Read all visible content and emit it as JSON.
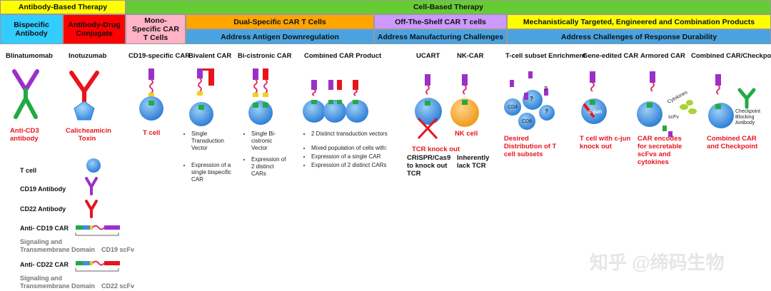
{
  "header": {
    "antibody_therapy": "Antibody-Based Therapy",
    "cell_therapy": "Cell-Based Therapy",
    "bispecific": "Bispecific Antibody",
    "adc": "Antibody-Drug Conjugate",
    "mono_car": "Mono-Specific CAR T Cells",
    "dual_car": "Dual-Specific CAR T Cells",
    "dual_sub": "Address Antigen Downregulation",
    "offshelf": "Off-The-Shelf CAR T cells",
    "offshelf_sub": "Address Manufacturing Challenges",
    "mech": "Mechanistically Targeted, Engineered and Combination Products",
    "mech_sub": "Address Challenges of Response Durability"
  },
  "labels": {
    "blinatumomab": "Blinatumomab",
    "inotuzumab": "Inotuzumab",
    "cd19_car": "CD19-specific CAR",
    "bivalent": "Bivalent CAR",
    "bicistronic": "Bi-cistronic CAR",
    "combined": "Combined CAR Product",
    "ucart": "UCART",
    "nkcar": "NK-CAR",
    "tsubset": "T-cell subset Enrichment",
    "gene_edited": "Gene-edited CAR",
    "armored": "Armored CAR",
    "checkpoint": "Combined CAR/Checkpoint"
  },
  "captions": {
    "anti_cd3": "Anti-CD3 antibody",
    "calicheamicin": "Calicheamicin Toxin",
    "t_cell": "T cell",
    "tcr_ko": "TCR knock out",
    "crispr": "CRISPR/Cas9 to knock out TCR",
    "nk_cell": "NK cell",
    "inherently": "Inherently lack TCR",
    "desired": "Desired Distribution of T cell subsets",
    "cjun_cell": "T cell with c-jun knock out",
    "car_encodes": "CAR encodes for secretable scFvs and cytokines",
    "combined_checkpoint": "Combined CAR and Checkpoint"
  },
  "descriptions": {
    "bivalent_1": "Single Transduction Vector",
    "bivalent_2": "Expression of a single bispecific CAR",
    "bicistronic_1": "Single Bi-cistronic Vector",
    "bicistronic_2": "Expression of 2 distinct CARs",
    "combined_1": "2 Distinct transduction vectors",
    "combined_2": "Mixed population of cells with:",
    "combined_3": "Expression of a single CAR",
    "combined_4": "Expression of 2 distinct CARs"
  },
  "diagram_text": {
    "cd4": "CD4",
    "cd8": "CD8",
    "q1": "?",
    "q2": "?",
    "q3": "?",
    "cjun": "c-jun",
    "cytokines": "Cytokines",
    "scfv": "scFv",
    "checkpoint_ab": "Checkpoint Blocking Antibody"
  },
  "legend": {
    "t_cell": "T cell",
    "cd19_ab": "CD19 Antibody",
    "cd22_ab": "CD22 Antibody",
    "anti_cd19_car": "Anti- CD19 CAR",
    "signaling_1": "Signaling and Transmembrane Domain",
    "cd19_scfv": "CD19 scFv",
    "anti_cd22_car": "Anti- CD22 CAR",
    "signaling_2": "Signaling and Transmembrane Domain",
    "cd22_scfv": "CD22 scFv"
  },
  "watermark": "知乎 @缔码生物",
  "colors": {
    "antibody_header": "#ffff00",
    "cell_header": "#66cc33",
    "bispecific": "#33ccff",
    "adc": "#ff0000",
    "mono": "#ffb3c6",
    "dual": "#ffa500",
    "offshelf": "#cc99ff",
    "mech": "#ffff00",
    "sub_bar": "#4aa3e0",
    "cd19_purple": "#9b30c8",
    "cd22_red": "#e8141b",
    "anti_cd3_green": "#22aa44",
    "cell_blue": "#3d8fe0",
    "nk_orange": "#f5a623"
  }
}
